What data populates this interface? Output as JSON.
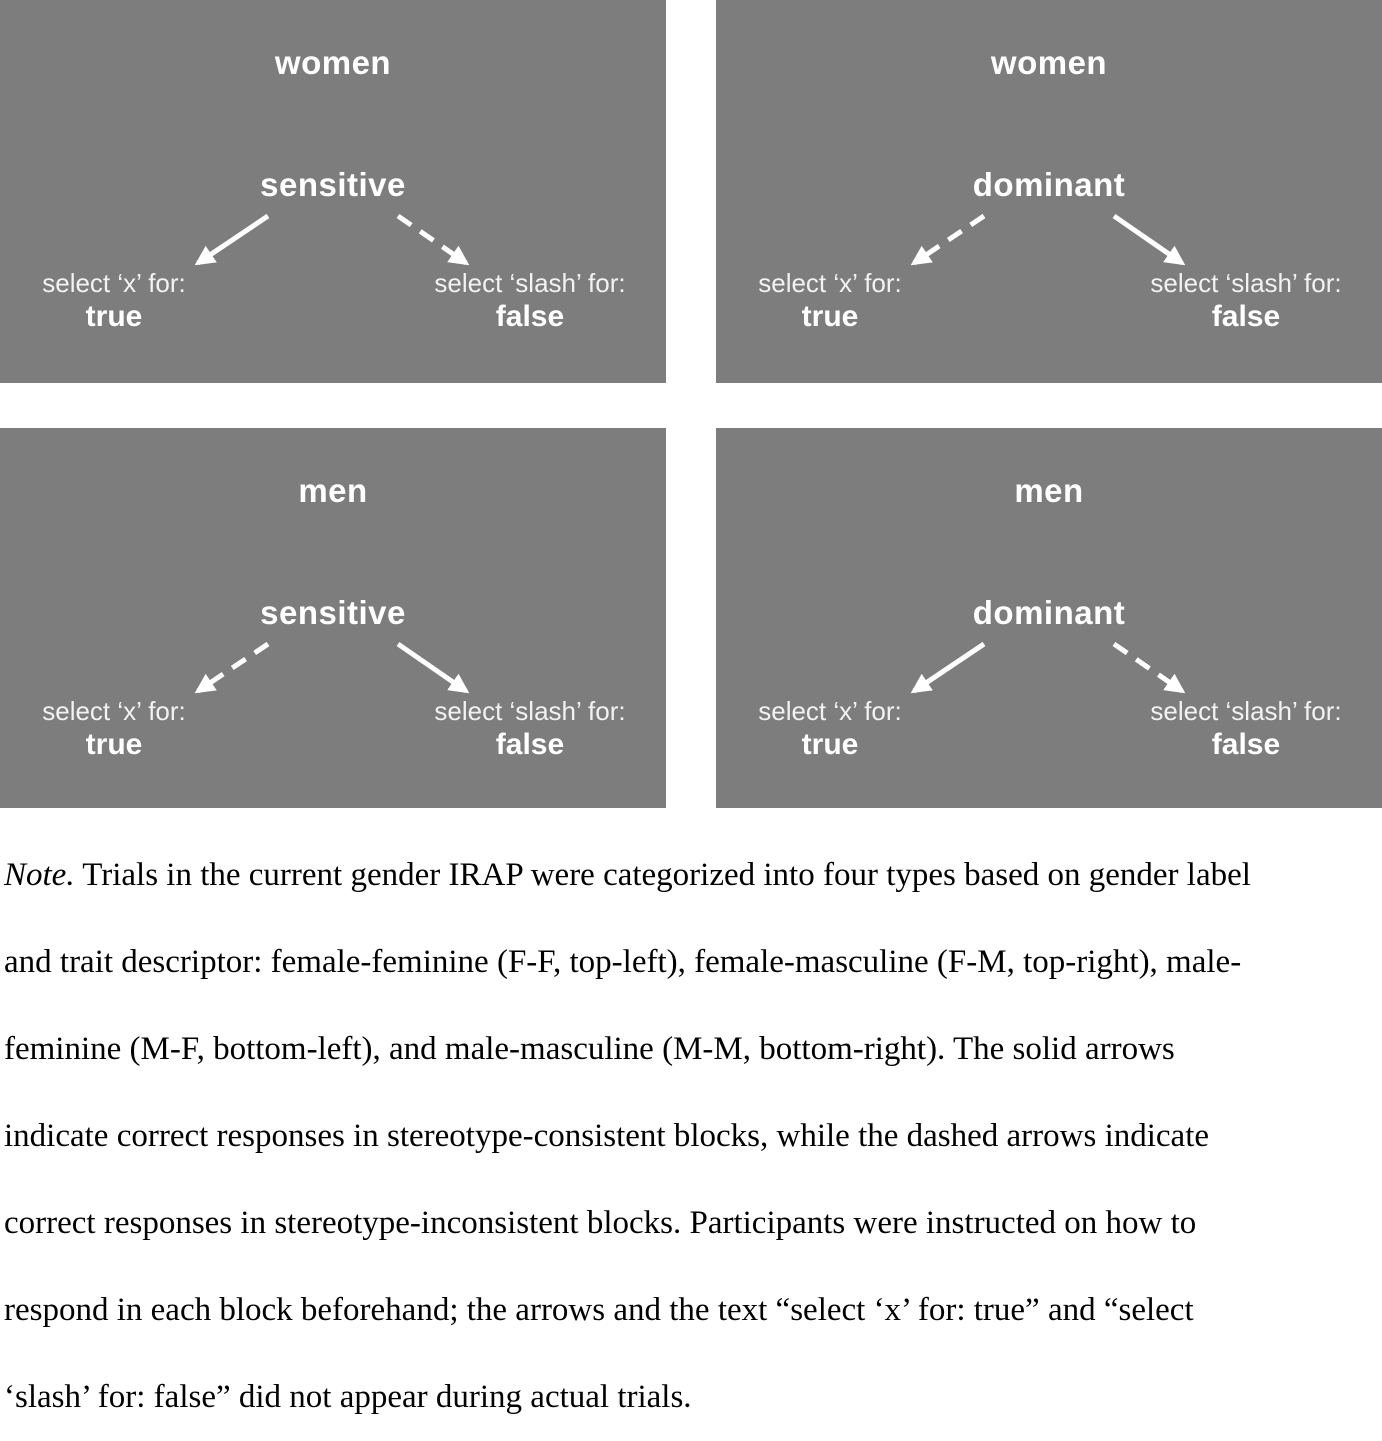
{
  "figure": {
    "panels": [
      {
        "position": "top-left",
        "gender": "women",
        "trait": "sensitive",
        "left": {
          "label": "select ‘x’ for:",
          "value": "true",
          "arrow": "solid"
        },
        "right": {
          "label": "select ‘slash’ for:",
          "value": "false",
          "arrow": "dashed"
        }
      },
      {
        "position": "top-right",
        "gender": "women",
        "trait": "dominant",
        "left": {
          "label": "select ‘x’ for:",
          "value": "true",
          "arrow": "dashed"
        },
        "right": {
          "label": "select ‘slash’ for:",
          "value": "false",
          "arrow": "solid"
        }
      },
      {
        "position": "bottom-left",
        "gender": "men",
        "trait": "sensitive",
        "left": {
          "label": "select ‘x’ for:",
          "value": "true",
          "arrow": "dashed"
        },
        "right": {
          "label": "select ‘slash’ for:",
          "value": "false",
          "arrow": "solid"
        }
      },
      {
        "position": "bottom-right",
        "gender": "men",
        "trait": "dominant",
        "left": {
          "label": "select ‘x’ for:",
          "value": "true",
          "arrow": "solid"
        },
        "right": {
          "label": "select ‘slash’ for:",
          "value": "false",
          "arrow": "dashed"
        }
      }
    ],
    "colors": {
      "panel_bg": "#7d7d7d",
      "panel_text": "#ffffff",
      "arrow_color": "#ffffff",
      "caption_text": "#000000",
      "page_bg": "#ffffff"
    }
  },
  "caption": {
    "note_label": "Note.",
    "line1_rest": " Trials in the current gender IRAP were categorized into four types based on gender label",
    "line2": "and trait descriptor: female‑feminine (F‑F, top-left), female‑masculine (F‑M, top-right), male‑",
    "line3": "feminine (M‑F, bottom-left), and male‑masculine (M‑M, bottom-right). The solid arrows",
    "line4": "indicate correct responses in stereotype-consistent blocks, while the dashed arrows indicate",
    "line5": "correct responses in stereotype-inconsistent blocks. Participants were instructed on how to",
    "line6": "respond in each block beforehand; the arrows and the text “select ‘x’ for: true” and “select",
    "line7": "‘slash’ for: false” did not appear during actual trials."
  }
}
